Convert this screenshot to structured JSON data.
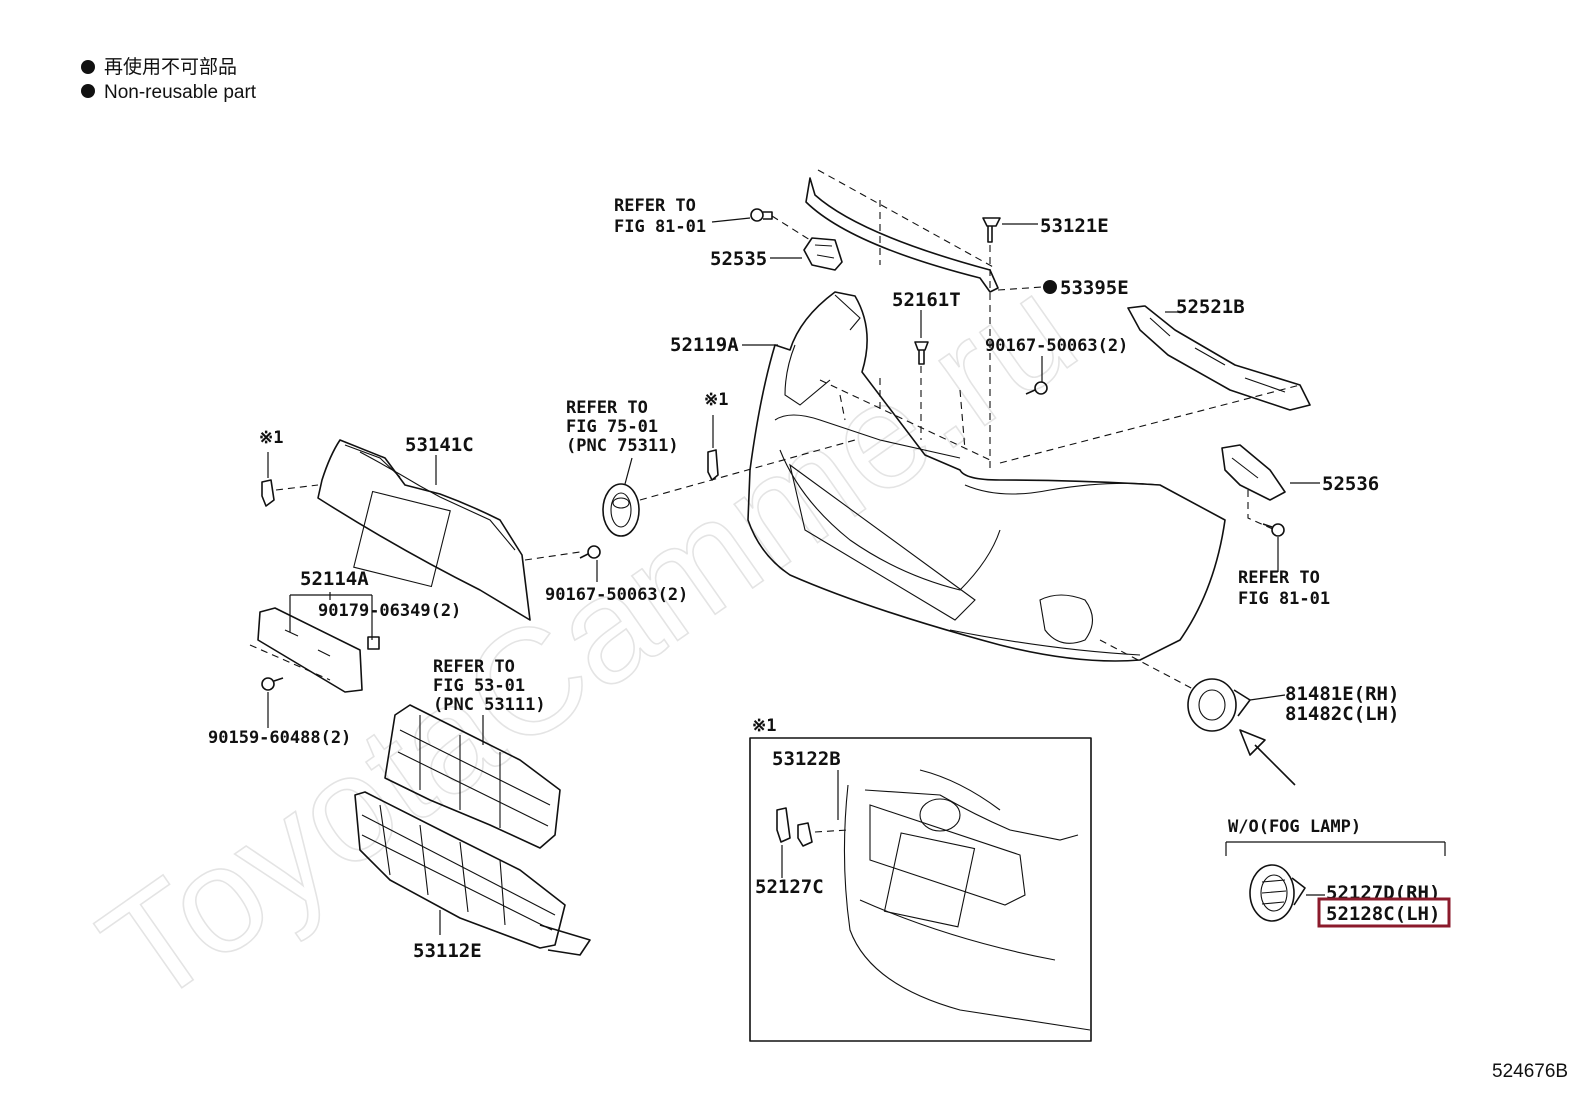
{
  "legend": {
    "line_jp": "再使用不可部品",
    "line_en": "Non-reusable part"
  },
  "watermark": "ToyotaCamme.ru",
  "labels": {
    "p53121E": "53121E",
    "p53395E": "53395E",
    "p52535": "52535",
    "p52161T": "52161T",
    "p52521B": "52521B",
    "p52119A": "52119A",
    "p90167_top": "90167-50063(2)",
    "p52536": "52536",
    "p53141C": "53141C",
    "p52114A": "52114A",
    "p90179": "90179-06349(2)",
    "p90167_left": "90167-50063(2)",
    "p90159": "90159-60488(2)",
    "p53112E": "53112E",
    "p81481E": "81481E(RH)",
    "p81482C": "81482C(LH)",
    "p53122B": "53122B",
    "p52127C": "52127C",
    "p52127D": "52127D(RH)",
    "p52128C": "52128C(LH)",
    "wo_fog": "W/O(FOG LAMP)",
    "note1_a": "※1",
    "note1_b": "※1",
    "note1_c": "※1",
    "diagram_id": "524676B"
  },
  "refs": {
    "top_l1": "REFER TO",
    "top_l2": "FIG 81-01",
    "emb_l1": "REFER TO",
    "emb_l2": "FIG 75-01",
    "emb_l3": "(PNC 75311)",
    "right_l1": "REFER TO",
    "right_l2": "FIG 81-01",
    "grille_l1": "REFER TO",
    "grille_l2": "FIG 53-01",
    "grille_l3": "(PNC 53111)"
  },
  "highlight_color": "#8b1a2b"
}
